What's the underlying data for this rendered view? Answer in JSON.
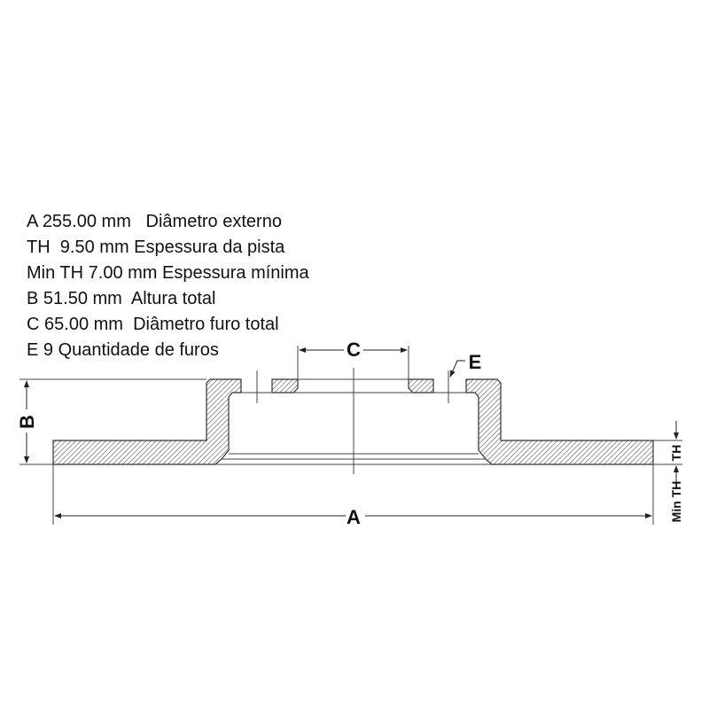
{
  "specs": [
    {
      "code": "A",
      "value": "255.00 mm",
      "description": "Diâmetro externo"
    },
    {
      "code": "TH",
      "value": "9.50 mm",
      "description": "Espessura da pista"
    },
    {
      "code": "Min TH",
      "value": "7.00 mm",
      "description": "Espessura mínima"
    },
    {
      "code": "B",
      "value": "51.50 mm",
      "description": "Altura total"
    },
    {
      "code": "C",
      "value": "65.00 mm",
      "description": "Diâmetro furo total"
    },
    {
      "code": "E",
      "value": "9",
      "description": "Quantidade de furos"
    }
  ],
  "labels": {
    "A": "A",
    "B": "B",
    "C": "C",
    "E": "E",
    "TH": "TH",
    "MinTH": "Min TH"
  },
  "colors": {
    "line": "#333333",
    "hatch": "#555555"
  }
}
